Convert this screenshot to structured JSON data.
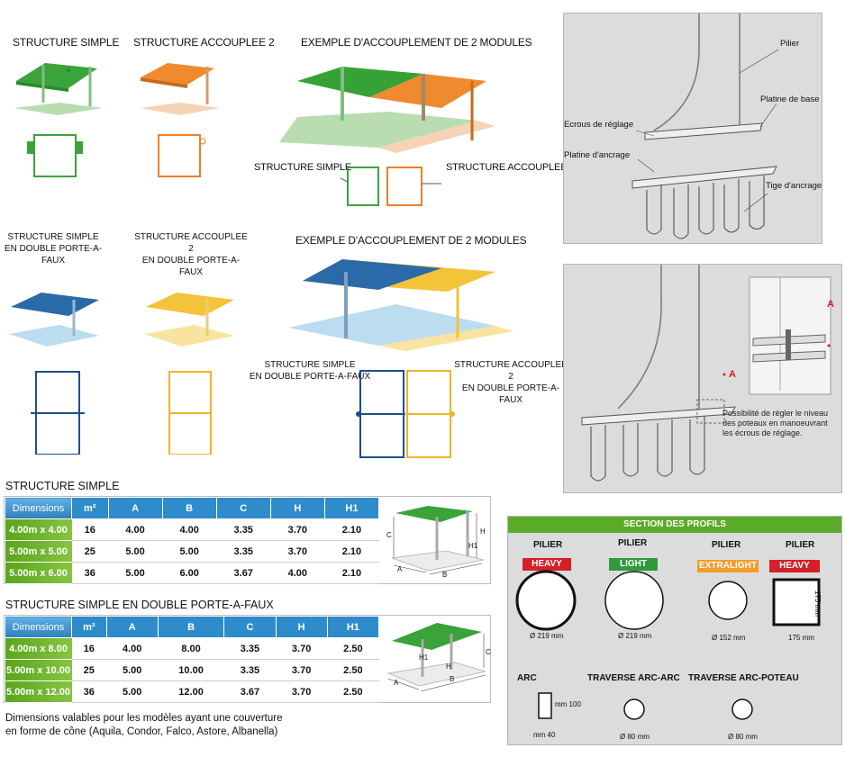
{
  "row1": {
    "simple": "STRUCTURE SIMPLE",
    "accouplee": "STRUCTURE ACCOUPLEE 2",
    "exemple": "EXEMPLE D'ACCOUPLEMENT DE 2 MODULES",
    "left_callout": "STRUCTURE SIMPLE",
    "right_callout": "STRUCTURE ACCOUPLEE"
  },
  "row2": {
    "simple_l1": "STRUCTURE SIMPLE",
    "simple_l2": "EN DOUBLE PORTE-A-FAUX",
    "accouplee_l1": "STRUCTURE ACCOUPLEE 2",
    "accouplee_l2": "EN DOUBLE PORTE-A-FAUX",
    "exemple": "EXEMPLE D'ACCOUPLEMENT DE 2 MODULES",
    "left_callout_l1": "STRUCTURE SIMPLE",
    "left_callout_l2": "EN DOUBLE PORTE-A-FAUX",
    "right_callout_l1": "STRUCTURE ACCOUPLEE 2",
    "right_callout_l2": "EN DOUBLE PORTE-A-FAUX"
  },
  "anchor_panel": {
    "pilier": "Pilier",
    "platine_base": "Platine de base",
    "ecrous": "Ecrous de réglage",
    "platine_ancrage": "Platine d'ancrage",
    "tige": "Tige d'ancrage"
  },
  "adjust_panel": {
    "marker": "A",
    "note_l1": "Possibilité de régler le niveau",
    "note_l2": "des poteaux en manoeuvrant",
    "note_l3": "les écrous de réglage."
  },
  "table1": {
    "title": "STRUCTURE SIMPLE",
    "headers": [
      "Dimensions",
      "m²",
      "A",
      "B",
      "C",
      "H",
      "H1"
    ],
    "rows": [
      [
        "4.00m x 4.00",
        "16",
        "4.00",
        "4.00",
        "3.35",
        "3.70",
        "2.10"
      ],
      [
        "5.00m x 5.00",
        "25",
        "5.00",
        "5.00",
        "3.35",
        "3.70",
        "2.10"
      ],
      [
        "5.00m x 6.00",
        "36",
        "5.00",
        "6.00",
        "3.67",
        "4.00",
        "2.10"
      ]
    ],
    "diagram_labels": [
      "C",
      "H",
      "H1",
      "A",
      "B"
    ]
  },
  "table2": {
    "title": "STRUCTURE SIMPLE EN DOUBLE PORTE-A-FAUX",
    "headers": [
      "Dimensions",
      "m²",
      "A",
      "B",
      "C",
      "H",
      "H1"
    ],
    "rows": [
      [
        "4.00m x 8.00",
        "16",
        "4.00",
        "8.00",
        "3.35",
        "3.70",
        "2.50"
      ],
      [
        "5.00m x 10.00",
        "25",
        "5.00",
        "10.00",
        "3.35",
        "3.70",
        "2.50"
      ],
      [
        "5.00m x 12.00",
        "36",
        "5.00",
        "12.00",
        "3.67",
        "3.70",
        "2.50"
      ]
    ],
    "diagram_labels": [
      "H1",
      "H",
      "C",
      "A",
      "B"
    ]
  },
  "footnote": {
    "l1": "Dimensions valables pour les modèles ayant une couverture",
    "l2": "en forme de cône (Aquila, Condor, Falco, Astore, Albanella)"
  },
  "profiles": {
    "title": "SECTION DES PROFILS",
    "pilier": "PILIER",
    "heavy": "HEAVY",
    "light": "LIGHT",
    "extralight": "EXTRALIGHT",
    "heavy2": "HEAVY",
    "d219a": "Ø 219 mm",
    "d219b": "Ø 219 mm",
    "d152": "Ø 152 mm",
    "w175": "175 mm",
    "h175": "175 mm",
    "arc": "ARC",
    "mm100": "mm 100",
    "mm40": "mm 40",
    "traverse_arc": "TRAVERSE ARC-ARC",
    "traverse_poteau": "TRAVERSE ARC-POTEAU",
    "d80a": "Ø 80 mm",
    "d80b": "Ø 80 mm",
    "colors": {
      "heavy": "#d42027",
      "light": "#2f9a3c",
      "extralight": "#f39b2b",
      "header": "#5bab2a"
    }
  }
}
